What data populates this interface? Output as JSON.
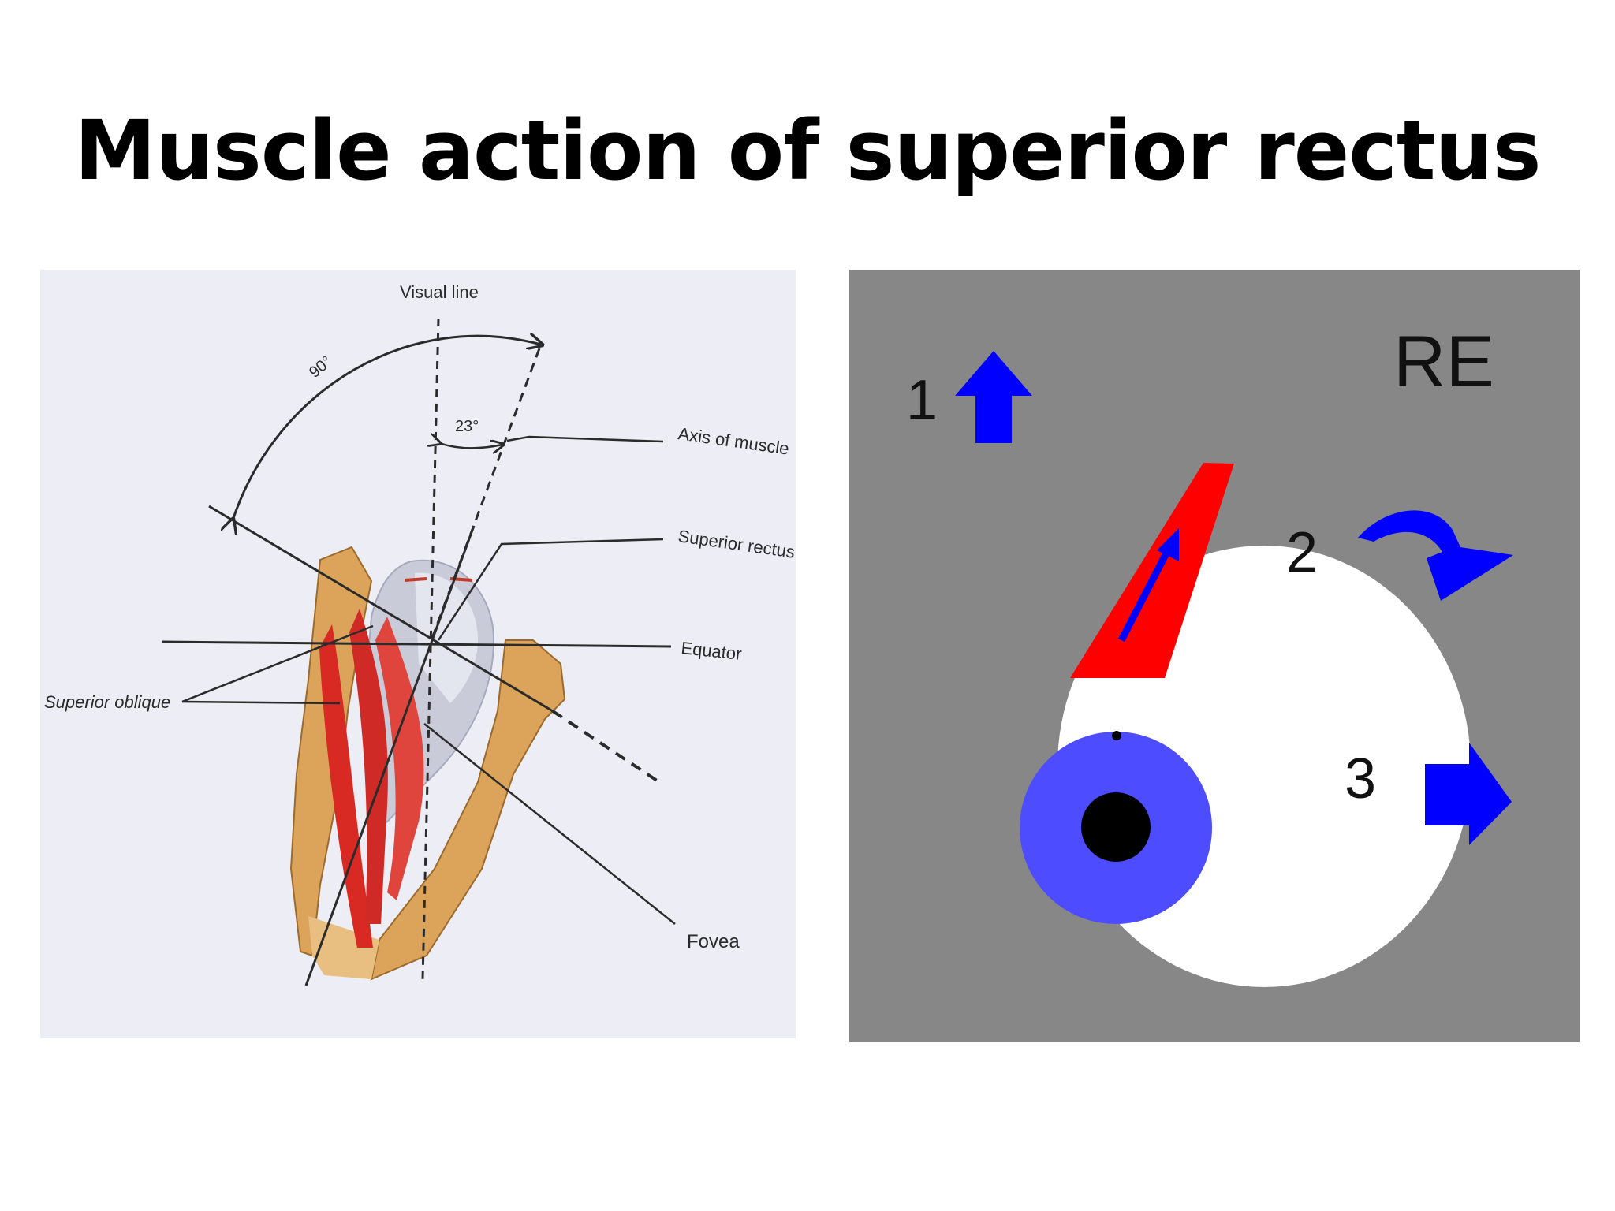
{
  "slide": {
    "title": "Muscle action of superior rectus"
  },
  "anatomy": {
    "labels": {
      "visual_line": "Visual line",
      "angle_90": "90°",
      "angle_23": "23°",
      "axis_of_muscle": "Axis of muscle",
      "superior_rectus": "Superior rectus",
      "equator": "Equator",
      "superior_oblique": "Superior oblique",
      "fovea": "Fovea"
    },
    "colors": {
      "background": "#ecedf5",
      "muscle": "#d82a22",
      "bone": "#dba45a",
      "globe": "#c9ccd8",
      "lines": "#2b2b2b"
    }
  },
  "schematic": {
    "eye_label": "RE",
    "actions": [
      {
        "number": "1",
        "icon": "up-arrow-icon"
      },
      {
        "number": "2",
        "icon": "curved-arrow-icon"
      },
      {
        "number": "3",
        "icon": "right-arrow-icon"
      }
    ],
    "colors": {
      "background": "#878787",
      "arrow": "#0000ff",
      "muscle": "#ff0000",
      "iris": "#4d4dff",
      "sclera": "#ffffff",
      "pupil": "#000000"
    }
  }
}
